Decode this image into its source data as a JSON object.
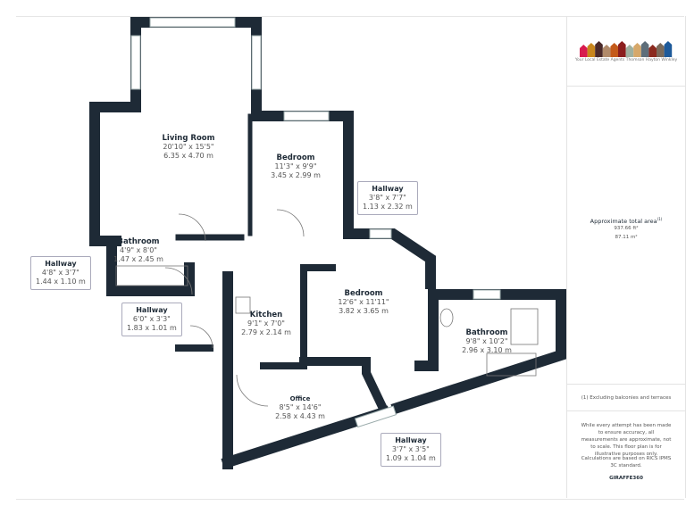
{
  "rooms": [
    {
      "name": "Living Room",
      "imperial": "20'10\" x 15'5\"",
      "metric": "6.35 x 4.70 m"
    },
    {
      "name": "Bedroom",
      "imperial": "11'3\" x 9'9\"",
      "metric": "3.45 x 2.99 m"
    },
    {
      "name": "Hallway",
      "imperial": "3'8\" x 7'7\"",
      "metric": "1.13 x 2.32 m"
    },
    {
      "name": "Bathroom",
      "imperial": "4'9\" x 8'0\"",
      "metric": "1.47 x 2.45 m"
    },
    {
      "name": "Hallway",
      "imperial": "4'8\" x 3'7\"",
      "metric": "1.44 x 1.10 m"
    },
    {
      "name": "Hallway",
      "imperial": "6'0\" x 3'3\"",
      "metric": "1.83 x 1.01 m"
    },
    {
      "name": "Kitchen",
      "imperial": "9'1\" x 7'0\"",
      "metric": "2.79 x 2.14 m"
    },
    {
      "name": "Bedroom",
      "imperial": "12'6\" x 11'11\"",
      "metric": "3.82 x 3.65 m"
    },
    {
      "name": "Bathroom",
      "imperial": "9'8\" x 10'2\"",
      "metric": "2.96 x 3.10 m"
    },
    {
      "name": "Office",
      "imperial": "8'5\" x 14'6\"",
      "metric": "2.58 x 4.43 m"
    },
    {
      "name": "Hallway",
      "imperial": "3'7\" x 3'5\"",
      "metric": "1.09 x 1.04 m"
    }
  ],
  "panel": {
    "logo_text": "Your Local Estate Agents Thomson Hayton Winkley",
    "logo_colors": [
      "#d81b4f",
      "#c8861c",
      "#4a2a2a",
      "#b08a6a",
      "#c45a1a",
      "#8b1e1e",
      "#9fb0a0",
      "#d6a86a",
      "#5e6e7a",
      "#8b2a1e",
      "#7a6a5a",
      "#1e5a9a"
    ],
    "area_title": "Approximate total area",
    "area_sup": "(1)",
    "area_ft": "937.66 ft²",
    "area_m": "87.11 m²",
    "footnote": "(1) Excluding balconies and terraces",
    "disclaimer": "While every attempt has been made to ensure accuracy, all measurements are approximate, not to scale. This floor plan is for illustrative purposes only.",
    "calc": "Calculations are based on RICS IPMS 3C standard.",
    "brand": "GIRAFFE360"
  },
  "colors": {
    "wall": "#1e2a36",
    "text": "#555555"
  }
}
